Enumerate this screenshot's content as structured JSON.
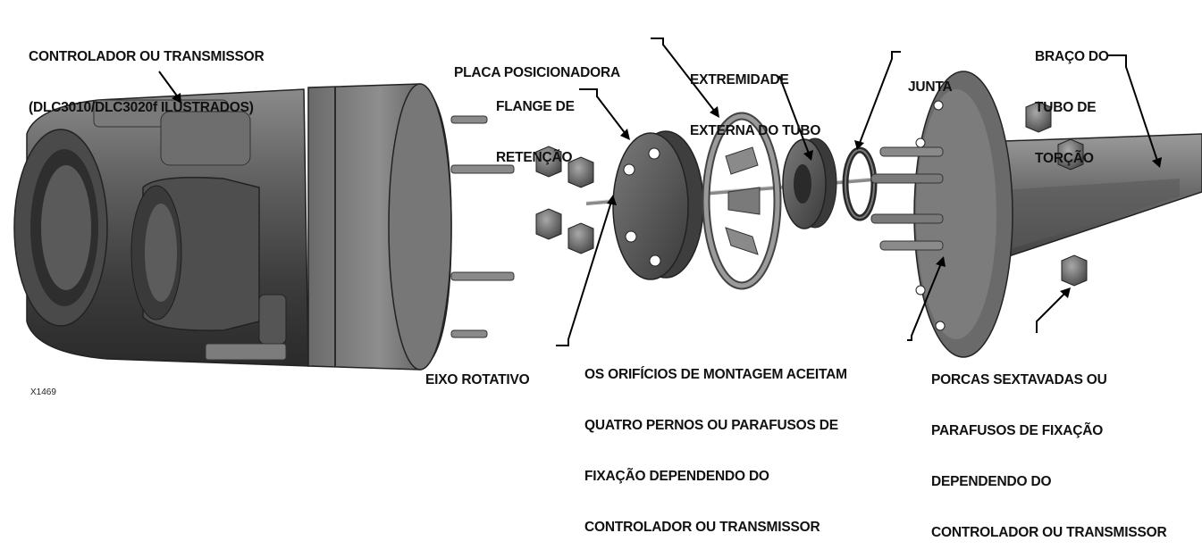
{
  "labels": {
    "controller": [
      "CONTROLADOR OU TRANSMISSOR",
      "(DLC3010/DLC3020f ILUSTRADOS)"
    ],
    "plate": [
      "PLACA POSICIONADORA"
    ],
    "tube_end": [
      "EXTREMIDADE",
      "EXTERNA DO TUBO"
    ],
    "gasket": [
      "JUNTA"
    ],
    "arm": [
      "BRAÇO DO",
      "TUBO DE",
      "TORÇÃO"
    ],
    "flange": [
      "FLANGE DE",
      "RETENÇÃO"
    ],
    "shaft": [
      "EIXO ROTATIVO"
    ],
    "holes": [
      "OS ORIFÍCIOS DE MONTAGEM ACEITAM",
      "QUATRO PERNOS OU PARAFUSOS DE",
      "FIXAÇÃO DEPENDENDO DO",
      "CONTROLADOR OU TRANSMISSOR"
    ],
    "nuts": [
      "PORCAS SEXTAVADAS OU",
      "PARAFUSOS DE FIXAÇÃO",
      "DEPENDENDO DO",
      "CONTROLADOR OU TRANSMISSOR"
    ]
  },
  "figure_id": "X1469"
}
